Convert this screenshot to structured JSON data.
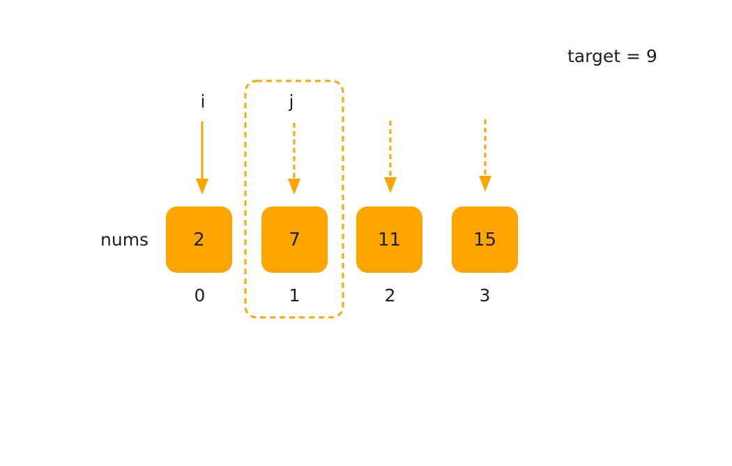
{
  "diagram": {
    "target_label": "target = 9",
    "row_label": "nums",
    "pointers": {
      "i": "i",
      "j": "j"
    },
    "cells": [
      {
        "value": "2",
        "index": "0"
      },
      {
        "value": "7",
        "index": "1"
      },
      {
        "value": "11",
        "index": "2"
      },
      {
        "value": "15",
        "index": "3"
      }
    ],
    "colors": {
      "accent": "#ffa500",
      "text": "#1f1f1f",
      "background": "#ffffff"
    }
  }
}
